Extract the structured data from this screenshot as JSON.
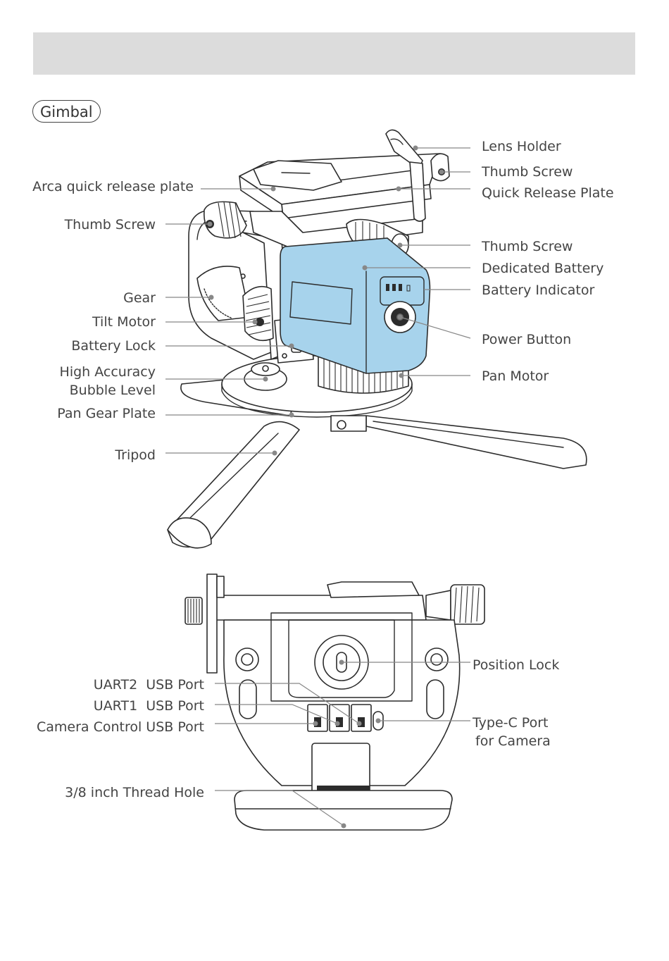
{
  "section": {
    "title": "Gimbal"
  },
  "colors": {
    "header_bar": "#dcdcdc",
    "battery": "#a7d3ec",
    "line_art": "#2c2c2c",
    "leader": "#888888"
  },
  "top_view": {
    "labels": {
      "lens_holder": "Lens Holder",
      "thumb_screw_top": "Thumb Screw",
      "quick_release_plate": "Quick Release Plate",
      "arca_plate": "Arca quick release plate",
      "thumb_screw_left": "Thumb Screw",
      "thumb_screw_right": "Thumb Screw",
      "dedicated_battery": "Dedicated Battery",
      "battery_indicator": "Battery Indicator",
      "gear": "Gear",
      "tilt_motor": "Tilt Motor",
      "battery_lock": "Battery Lock",
      "power_button": "Power Button",
      "bubble_level_1": "High Accuracy",
      "bubble_level_2": "Bubble Level",
      "pan_motor": "Pan Motor",
      "pan_gear_plate": "Pan Gear Plate",
      "tripod": "Tripod"
    }
  },
  "bottom_view": {
    "labels": {
      "position_lock": "Position Lock",
      "uart2": "UART2  USB Port",
      "uart1": "UART1  USB Port",
      "camera_control": "Camera Control USB Port",
      "typec_1": "Type-C Port",
      "typec_2": "for Camera",
      "thread_hole": "3/8 inch Thread Hole"
    }
  }
}
